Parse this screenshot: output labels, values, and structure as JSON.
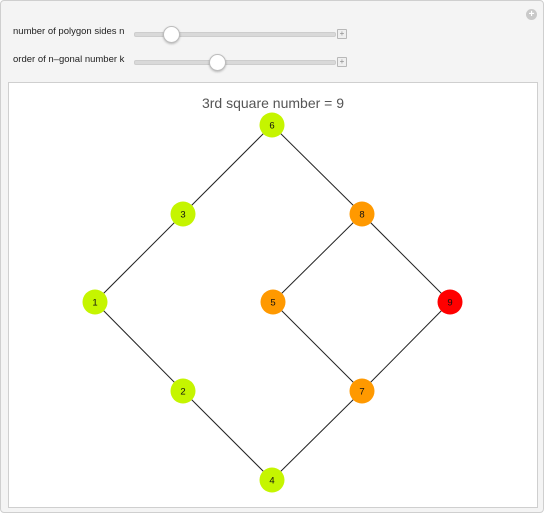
{
  "controls": {
    "sides_label": "number of polygon sides n",
    "sides_slider_fraction": 0.18,
    "order_label": "order of n–gonal number k",
    "order_slider_fraction": 0.41,
    "corner_icon": "plus-circle-icon",
    "stepper_icon": "plus-square-icon"
  },
  "plot": {
    "title": "3rd square number = 9",
    "nodes": [
      {
        "label": "1",
        "color": "#c5f500"
      },
      {
        "label": "2",
        "color": "#c5f500"
      },
      {
        "label": "3",
        "color": "#c5f500"
      },
      {
        "label": "4",
        "color": "#c5f500"
      },
      {
        "label": "5",
        "color": "#ff9900"
      },
      {
        "label": "6",
        "color": "#c5f500"
      },
      {
        "label": "7",
        "color": "#ff9900"
      },
      {
        "label": "8",
        "color": "#ff9900"
      },
      {
        "label": "9",
        "color": "#ff0000"
      }
    ],
    "edges": [
      [
        1,
        3
      ],
      [
        3,
        6
      ],
      [
        6,
        8
      ],
      [
        8,
        9
      ],
      [
        8,
        5
      ],
      [
        1,
        2
      ],
      [
        2,
        4
      ],
      [
        4,
        7
      ],
      [
        7,
        9
      ],
      [
        5,
        7
      ]
    ]
  }
}
